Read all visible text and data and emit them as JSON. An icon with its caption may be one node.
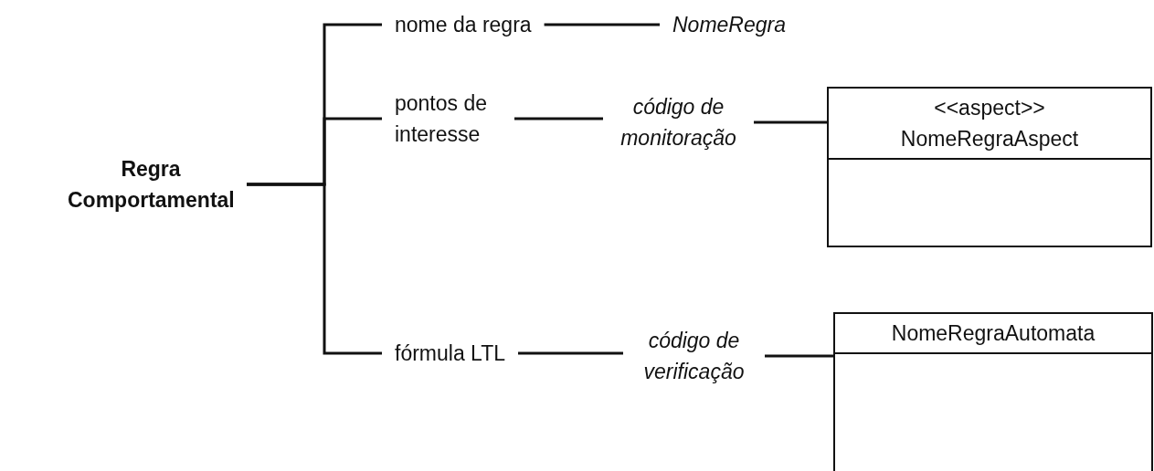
{
  "diagram": {
    "nodes": [
      {
        "text": [
          "Regra Comportamental"
        ]
      },
      {
        "text": [
          "nome da regra"
        ]
      },
      {
        "text": [
          "NomeRegra"
        ]
      },
      {
        "text": [
          "pontos de interesse"
        ]
      },
      {
        "text": [
          "código de monitoração"
        ]
      },
      {
        "text": [
          "<<aspect>>",
          "NomeRegraAspect"
        ]
      },
      {
        "text": [
          "fórmula LTL"
        ]
      },
      {
        "text": [
          "código de verificação"
        ]
      },
      {
        "text": [
          "NomeRegraAutomata"
        ]
      }
    ],
    "edges": [
      {
        "from": 0,
        "to": 1,
        "arrow": "none"
      },
      {
        "from": 0,
        "to": 3,
        "arrow": "none"
      },
      {
        "from": 0,
        "to": 6,
        "arrow": "none"
      },
      {
        "from": 1,
        "to": 2,
        "arrow": "none"
      },
      {
        "from": 3,
        "to": 4,
        "arrow": "none"
      },
      {
        "from": 4,
        "to": 5,
        "arrow": "none"
      },
      {
        "from": 6,
        "to": 7,
        "arrow": "none"
      },
      {
        "from": 7,
        "to": 8,
        "arrow": "none"
      }
    ]
  }
}
